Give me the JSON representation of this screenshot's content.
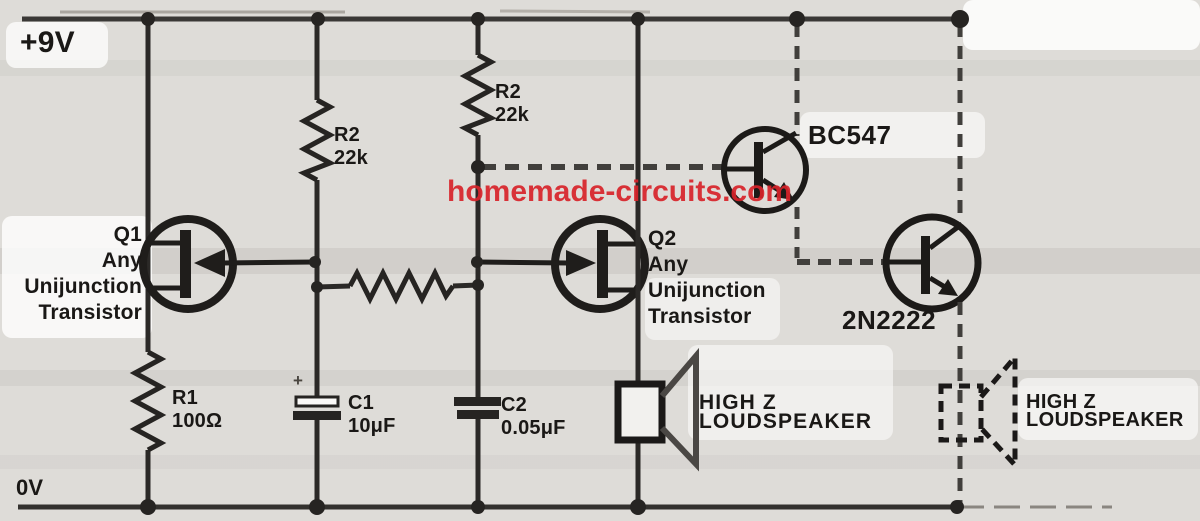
{
  "colors": {
    "background": "#e8e6e2",
    "wire": "#2b2927",
    "rail": "#3a3836",
    "dashed_wire": "#413f3c",
    "watermark_red": "#d8232a",
    "label_text": "#1a1816"
  },
  "labels": {
    "supply_positive": "+9V",
    "supply_negative": "0V",
    "r2_left": "R2\n22k",
    "r2_right": "R2\n22k",
    "r1": "R1\n100Ω",
    "c1": "C1\n10μF",
    "c1_polarity": "+",
    "c2": "C2\n0.05μF",
    "q1": "Q1\nAny\nUnijunction\nTransistor",
    "q2": "Q2\nAny\nUnijunction\nTransistor",
    "bjt_top": "BC547",
    "bjt_bottom": "2N2222",
    "speaker_solid": "HIGH Z\nLOUDSPEAKER",
    "speaker_dashed": "HIGH Z\nLOUDSPEAKER",
    "watermark": "homemade-circuits.com"
  }
}
